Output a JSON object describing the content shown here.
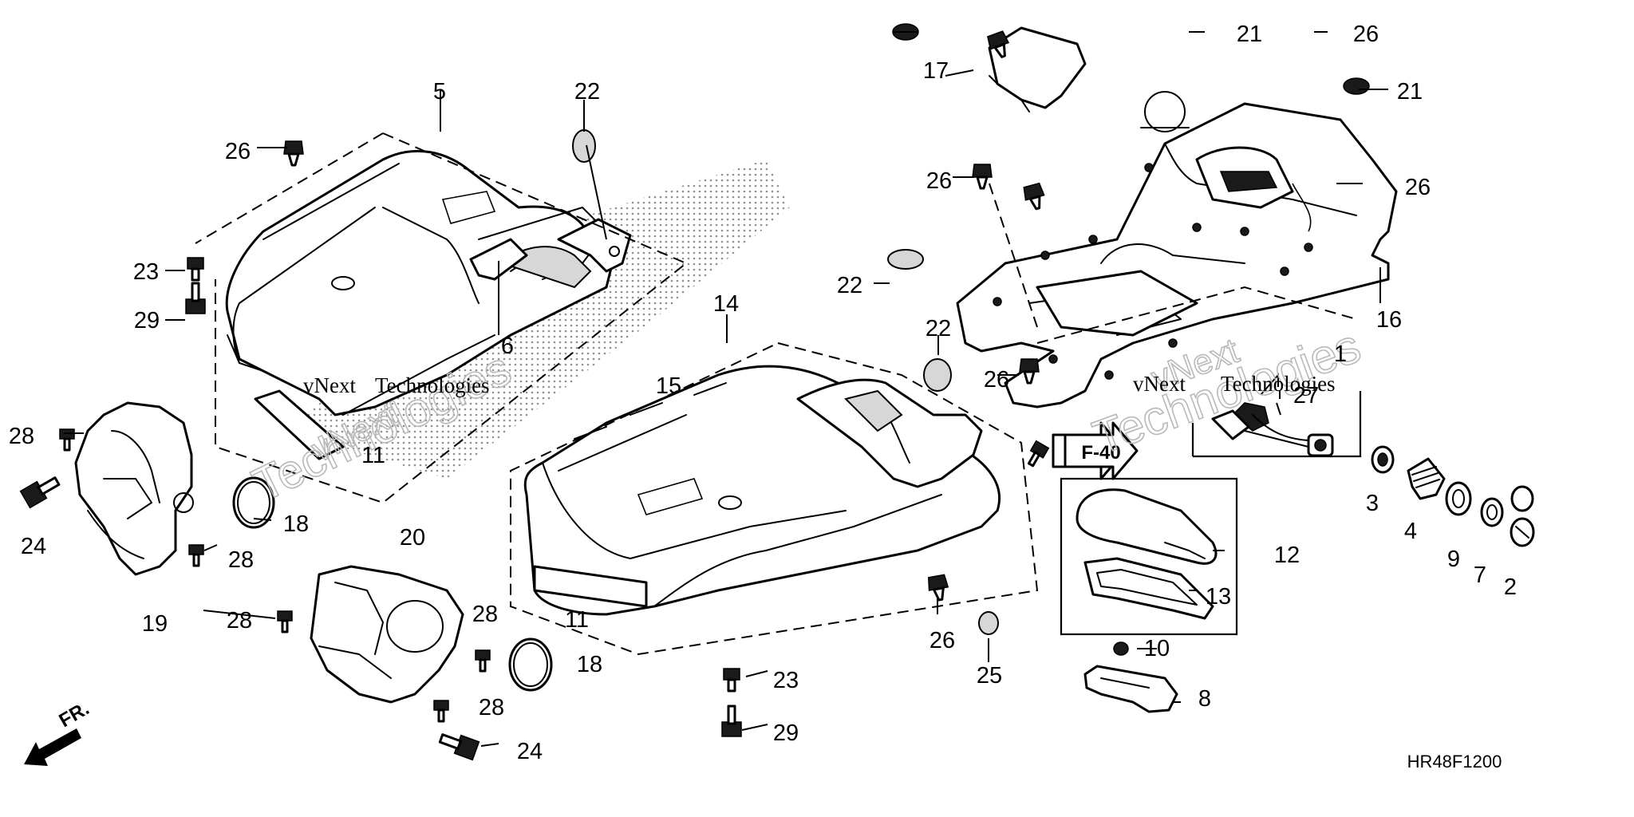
{
  "diagram_code": "HR48F1200",
  "front_indicator": "FR.",
  "reference_label": "F-40",
  "watermark": {
    "line1": "vNext",
    "line2": "Technologies"
  },
  "callouts": [
    "1",
    "2",
    "3",
    "4",
    "5",
    "6",
    "7",
    "8",
    "9",
    "10",
    "11",
    "11",
    "12",
    "13",
    "14",
    "15",
    "16",
    "17",
    "18",
    "18",
    "19",
    "20",
    "21",
    "21",
    "22",
    "22",
    "22",
    "23",
    "23",
    "24",
    "24",
    "25",
    "26",
    "26",
    "26",
    "26",
    "26",
    "26",
    "27",
    "28",
    "28",
    "28",
    "28",
    "28",
    "29",
    "29"
  ]
}
